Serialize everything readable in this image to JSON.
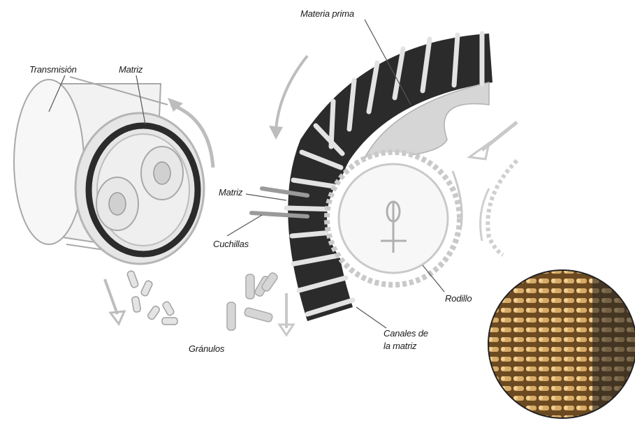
{
  "labels": {
    "transmision": "Transmisión",
    "matriz_left": "Matriz",
    "materia_prima": "Materia prima",
    "matriz_center": "Matriz",
    "cuchillas": "Cuchillas",
    "rodillo": "Rodillo",
    "canales_line1": "Canales de",
    "canales_line2": "la matriz",
    "granulos": "Gránulos"
  },
  "colors": {
    "die": "#2b2b2b",
    "parts_light": "#d6d6d6",
    "outline": "#9a9a9a",
    "arrows": "#bdbdbd",
    "pellet": "#c8a063"
  }
}
